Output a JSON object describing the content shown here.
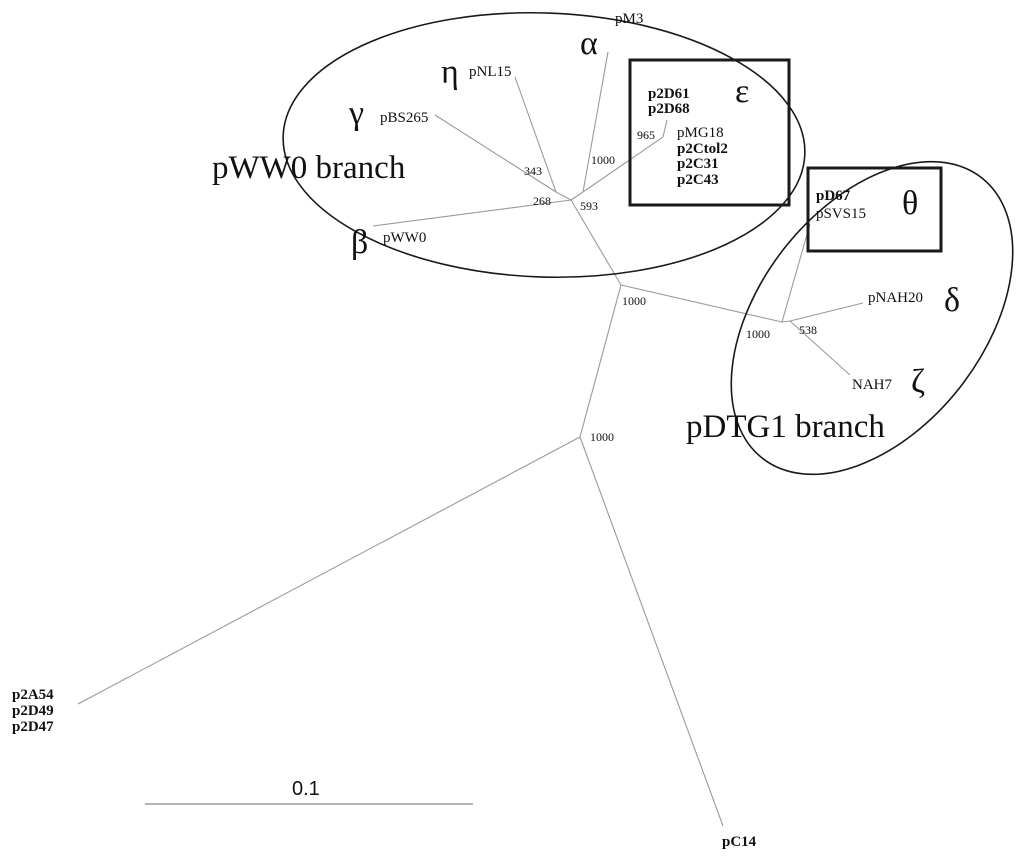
{
  "groups": {
    "pww0": "pWW0 branch",
    "pdtg1": "pDTG1 branch"
  },
  "greek": {
    "alpha": "α",
    "beta": "β",
    "gamma": "γ",
    "delta": "δ",
    "epsilon": "ε",
    "zeta": "ζ",
    "eta": "η",
    "theta": "θ"
  },
  "leaves": {
    "pM3": "pM3",
    "pNL15": "pNL15",
    "pBS265": "pBS265",
    "pWW0": "pWW0",
    "p2D61": "p2D61",
    "p2D68": "p2D68",
    "pMG18": "pMG18",
    "p2Ctol2": "p2Ctol2",
    "p2C31": "p2C31",
    "p2C43": "p2C43",
    "pD67": "pD67",
    "pSVS15": "pSVS15",
    "pNAH20": "pNAH20",
    "NAH7": "NAH7",
    "p2A54": "p2A54",
    "p2D49": "p2D49",
    "p2D47": "p2D47",
    "pC14": "pC14"
  },
  "bootstrap": {
    "b343": "343",
    "b268": "268",
    "b593": "593",
    "b965": "965",
    "b1000_eps": "1000",
    "b1000_root": "1000",
    "b1000_dtg": "1000",
    "b538": "538",
    "b1000_base": "1000"
  },
  "scale_bar": {
    "label": "0.1"
  }
}
